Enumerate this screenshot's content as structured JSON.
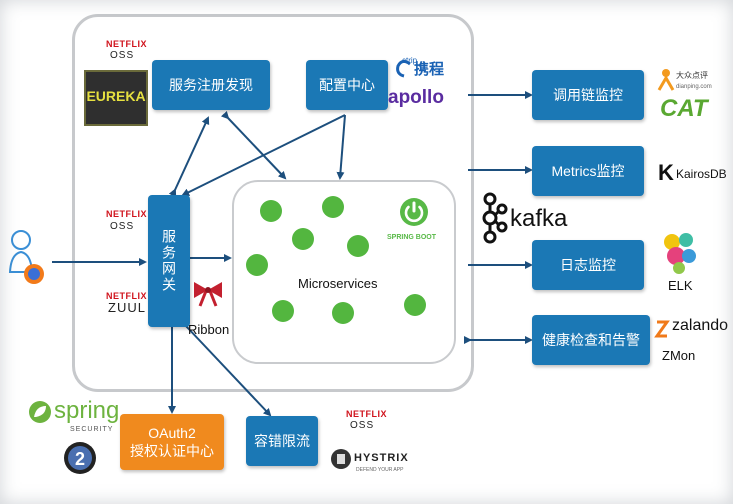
{
  "boxes": {
    "service_registry": "服务注册发现",
    "config_center": "配置中心",
    "gateway": "服务网关",
    "oauth2": "OAuth2\n授权认证中心",
    "circuit_breaker": "容错限流",
    "call_chain": "调用链监控",
    "metrics": "Metrics监控",
    "log": "日志监控",
    "health": "健康检查和告警"
  },
  "labels": {
    "microservices": "Microservices",
    "ribbon": "Ribbon",
    "spring_boot": "SPRING BOOT",
    "kafka": "kafka"
  },
  "logos": {
    "netflix": "NETFLIX",
    "oss": "OSS",
    "eureka": "EUREKA",
    "zuul": "ZUUL",
    "ctrip": "携程",
    "ctrip_small": "ctrip",
    "apollo": "apollo",
    "cat_small": "大众点评",
    "cat_url": "dianping.com",
    "cat": "CAT",
    "kairosdb": "KairosDB",
    "elk": "ELK",
    "zalando": "zalando",
    "zmon": "ZMon",
    "spring": "spring",
    "spring_security": "SECURITY",
    "hystrix": "HYSTRIX",
    "hystrix_sub": "DEFEND YOUR APP"
  },
  "colors": {
    "box_blue": "#1b78b5",
    "box_orange": "#f08a1e",
    "dot_green": "#53b63f",
    "arrow_blue": "#1d4f7d",
    "netflix_red": "#d0121b"
  },
  "icons": [
    "user-icon",
    "browser-icon",
    "spring-boot-icon",
    "kafka-icon",
    "elk-icon",
    "zalando-icon",
    "spring-leaf-icon",
    "oauth2-icon",
    "hystrix-icon",
    "ribbon-bow-icon"
  ]
}
